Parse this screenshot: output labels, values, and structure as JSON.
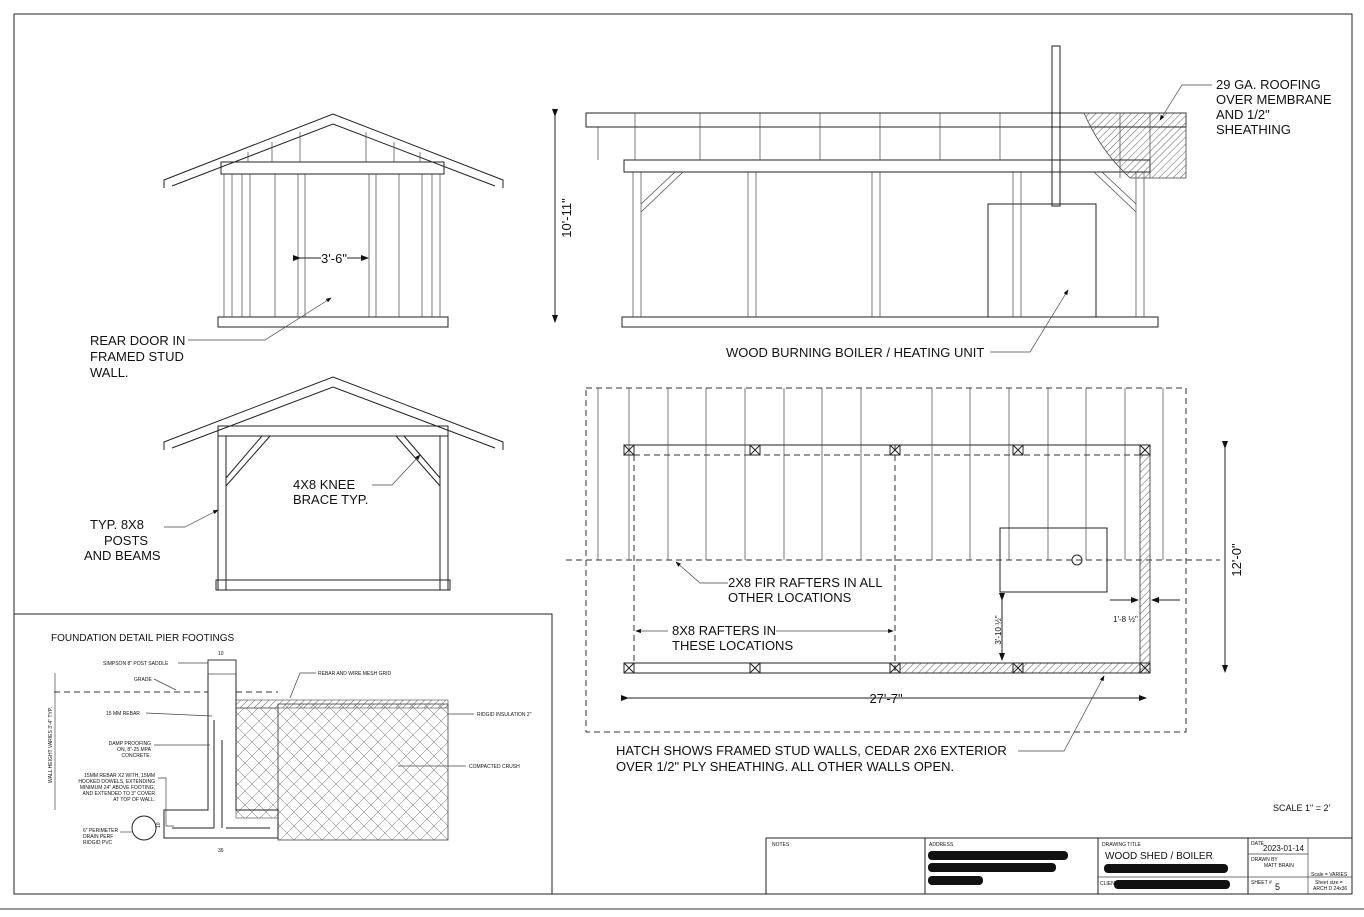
{
  "labels": {
    "door_dim": "3'-6\"",
    "rear_door": [
      "REAR DOOR IN",
      "FRAMED STUD",
      "WALL."
    ],
    "knee_brace": [
      "4X8 KNEE",
      "BRACE TYP."
    ],
    "posts": [
      "TYP. 8X8",
      "POSTS",
      "AND BEAMS"
    ],
    "height_dim": "10'-11\"",
    "roofing": [
      "29 GA. ROOFING",
      "OVER MEMBRANE",
      "AND 1/2\"",
      "SHEATHING"
    ],
    "boiler": "WOOD BURNING BOILER / HEATING UNIT",
    "fir_rafters": [
      "2X8 FIR RAFTERS IN ALL",
      "OTHER LOCATIONS"
    ],
    "rafters_8x8": [
      "8X8 RAFTERS IN",
      "THESE LOCATIONS"
    ],
    "length_dim": "27'-7\"",
    "width_dim": "12'-0\"",
    "dim_3_10": "3'-10 ½\"",
    "dim_1_8": "1'-8 ½\"",
    "hatch_note": [
      "HATCH SHOWS FRAMED STUD WALLS, CEDAR 2X6 EXTERIOR",
      "OVER 1/2\" PLY SHEATHING. ALL OTHER WALLS OPEN."
    ],
    "scale": "SCALE 1\" = 2'"
  },
  "foundation": {
    "title": "FOUNDATION DETAIL PIER FOOTINGS",
    "simpson": "SIMPSON 8\" POST SADDLE",
    "grade": "GRADE",
    "rebar15": "15 MM REBAR",
    "damp": [
      "DAMP PROOFING",
      "ON, 8\"-25 MPA",
      "CONCRETE."
    ],
    "rebar_x2": [
      "15MM  REBAR X2 WITH, 15MM",
      "HOOKED DOWELS, EXTENDING",
      "MINIMUM 24\" ABOVE FOOTING,",
      "AND EXTENDED TO 3\" COVER",
      "AT TOP OF WALL."
    ],
    "drain": [
      "6\" PERIMETER",
      "DRAIN PERF",
      "RIDGID PVC"
    ],
    "wall_height": "WALL HEIGHT VARIES 3'-4\" TYP.",
    "rebar_mesh": "REBAR AND WIRE MESH GRID",
    "insulation": "RIDGID INSULATION 2\"",
    "crush": "COMPACTED CRUSH",
    "dim_10": "10",
    "dim_36": "36",
    "dim_10v": "10"
  },
  "title_block": {
    "notes_label": "NOTES",
    "address_label": "ADDRESS",
    "drawing_title_label": "DRAWING TITLE",
    "drawing_title": [
      "WOOD SHED / BOILER",
      "BUILDING & SITE MAP"
    ],
    "client_label": "CLIENT",
    "date_label": "DATE",
    "date": "2023-01-14",
    "drawn_by_label": "DRAWN BY",
    "drawn_by": "MATT BRAIN",
    "sheet_label": "SHEET #",
    "sheet": "5",
    "scale_note": "Scale = VARIES",
    "sheet_size": [
      "Sheet size =",
      "ARCH D 24x36"
    ]
  }
}
